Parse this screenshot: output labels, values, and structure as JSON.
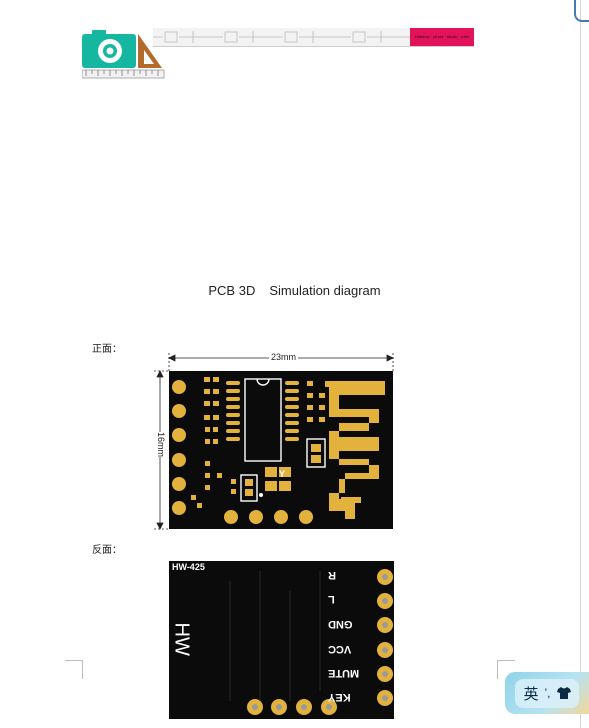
{
  "header": {
    "logo_icon": "camera-ruler-logo",
    "banner_tag_text": "Hotshop · photo · studio · ruler"
  },
  "document": {
    "title_main": "PCB 3D",
    "title_sub": "Simulation diagram",
    "front_label": "正面：",
    "back_label": "反面：",
    "width_dim": "23mm",
    "height_dim": "16mm"
  },
  "pcb_back": {
    "model": "HW-425",
    "brand": "HW",
    "pins": [
      "R",
      "L",
      "GND",
      "VCC",
      "MUTE",
      "KEY"
    ]
  },
  "ime": {
    "mode_text": "英",
    "punct_icon": "punctuation-icon",
    "skin_icon": "tshirt-icon"
  },
  "colors": {
    "pcb": "#0b0b0b",
    "copper": "#e3b23c",
    "banner_accent": "#e2135a"
  }
}
